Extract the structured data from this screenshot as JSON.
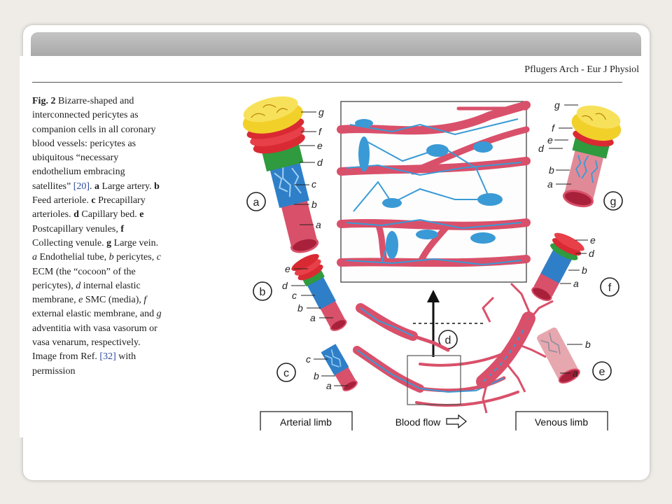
{
  "journal_header": "Pflugers Arch - Eur J Physiol",
  "caption": {
    "fig_label": "Fig. 2",
    "text_1": " Bizarre-shaped and interconnected pericytes as companion cells in all coronary blood vessels: pericytes as ubiquitous “necessary endothelium embracing satellites” ",
    "ref_1": "[20]",
    "text_2": ". ",
    "a": "a",
    "text_a": " Large artery. ",
    "b": "b",
    "text_b": " Feed arteriole. ",
    "c": "c",
    "text_c": " Precapillary arterioles. ",
    "d": "d",
    "text_d": " Capillary bed. ",
    "e": "e",
    "text_e": " Postcapillary venules, ",
    "f": "f",
    "text_f": " Collecting venule. ",
    "g": "g",
    "text_g": " Large vein. ",
    "ia": "a",
    "text_ia": " Endothelial tube, ",
    "ib": "b",
    "text_ib": " pericytes, ",
    "ic": "c",
    "text_ic": " ECM (the “cocoon” of the pericytes), ",
    "id": "d",
    "text_id": " internal elastic membrane, ",
    "ie": "e",
    "text_ie": " SMC (media), ",
    "if": "f",
    "text_if": " external elastic membrane, and ",
    "ig": "g",
    "text_ig": " adventitia with vasa vasorum or vasa venarum, respectively. Image from Ref. ",
    "ref_2": "[32]",
    "text_end": " with permission"
  },
  "figure": {
    "panel_letters": [
      "a",
      "b",
      "c",
      "d",
      "e",
      "f",
      "g"
    ],
    "layer_letters": [
      "a",
      "b",
      "c",
      "d",
      "e",
      "f",
      "g"
    ],
    "arterial_limb": "Arterial limb",
    "blood_flow": "Blood flow",
    "venous_limb": "Venous limb"
  },
  "colors": {
    "vessel": "#d9506a",
    "pericyte": "#3a9ad6",
    "smc": "#e0343c",
    "adventitia": "#f2d02a",
    "elastic": "#2f9a3e"
  }
}
